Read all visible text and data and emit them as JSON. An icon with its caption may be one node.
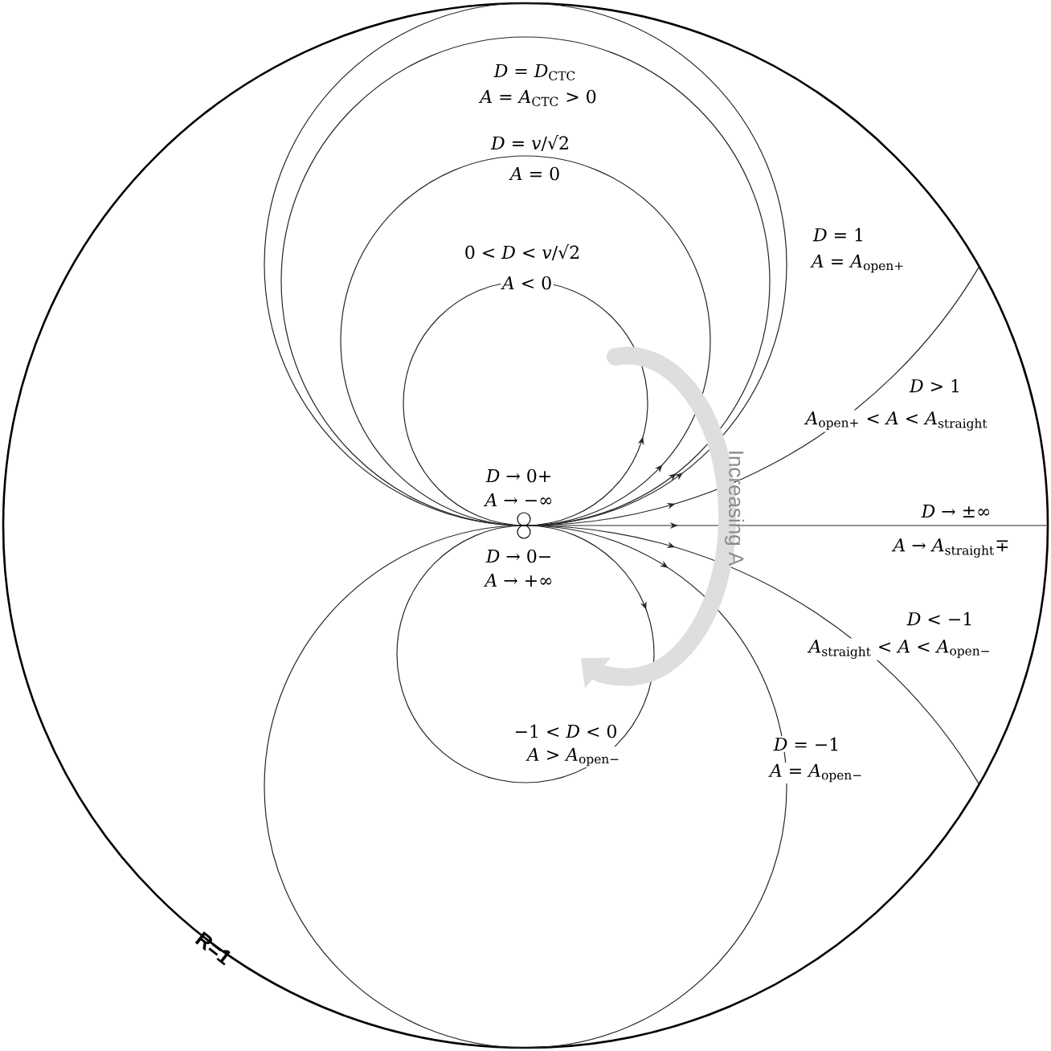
{
  "diagram": {
    "labels": [
      "*D* = *D*$_{CTC}$",
      "*A* = *A*$_{CTC}$ > 0",
      "*D* = *v*/√2",
      "*A* = 0",
      "*D* = 1",
      "*A* = *A*$_{open+}$",
      "0 < *D* < *v*/√2",
      "*A* < 0",
      "*D* > 1",
      "*A*$_{open+}$ < *A* < *A*$_{straight}$",
      "*D* → 0+",
      "*A* → −∞",
      "Increasing A",
      "*D* → ±∞",
      "*A* → *A*$_{straight}$∓",
      "*D* → 0−",
      "*A* → +∞",
      "*D* < −1",
      "*A*$_{straight}$ < *A* < *A*$_{open−}$",
      "−1 < *D* < 0",
      "*A* > *A*$_{open−}$",
      "*D* = −1",
      "*A* = *A*$_{open−}$",
      "R=1"
    ]
  }
}
